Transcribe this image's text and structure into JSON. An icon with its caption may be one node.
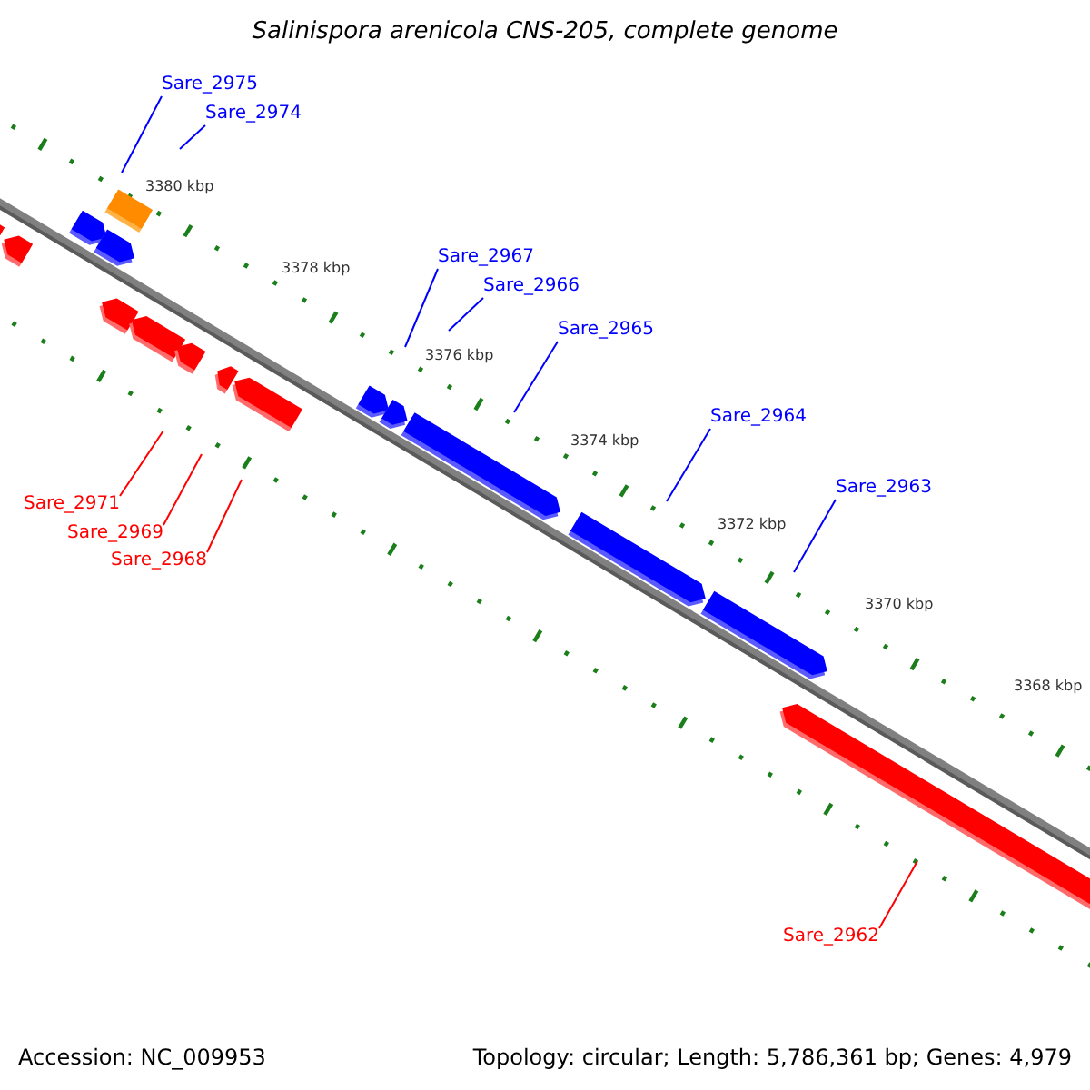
{
  "diagram": {
    "title": "Salinispora arenicola CNS-205, complete genome",
    "nodes": [
      {
        "text": [
          "Sare_2975"
        ]
      },
      {
        "text": [
          "Sare_2974"
        ]
      },
      {
        "text": [
          "Sare_2967"
        ]
      },
      {
        "text": [
          "Sare_2966"
        ]
      },
      {
        "text": [
          "Sare_2965"
        ]
      },
      {
        "text": [
          "Sare_2964"
        ]
      },
      {
        "text": [
          "Sare_2963"
        ]
      },
      {
        "text": [
          "Sare_2971"
        ]
      },
      {
        "text": [
          "Sare_2969"
        ]
      },
      {
        "text": [
          "Sare_2968"
        ]
      },
      {
        "text": [
          "Sare_2962"
        ]
      }
    ],
    "edges": [
      {
        "from": 0,
        "to": null,
        "arrow": "none"
      },
      {
        "from": 1,
        "to": null,
        "arrow": "none"
      },
      {
        "from": 2,
        "to": null,
        "arrow": "none"
      },
      {
        "from": 3,
        "to": null,
        "arrow": "none"
      },
      {
        "from": 4,
        "to": null,
        "arrow": "none"
      },
      {
        "from": 5,
        "to": null,
        "arrow": "none"
      },
      {
        "from": 6,
        "to": null,
        "arrow": "none"
      },
      {
        "from": 7,
        "to": null,
        "arrow": "none",
        "color": "#ff0000"
      },
      {
        "from": 8,
        "to": null,
        "arrow": "none",
        "color": "#ff0000"
      },
      {
        "from": 9,
        "to": null,
        "arrow": "none",
        "color": "#ff0000"
      },
      {
        "from": 10,
        "to": null,
        "arrow": "none",
        "color": "#ff0000"
      }
    ],
    "labels": [
      "3380 kbp",
      "3378 kbp",
      "3376 kbp",
      "3374 kbp",
      "3372 kbp",
      "3370 kbp",
      "3368 kbp",
      "Accession: NC_009953",
      "Topology: circular; Length: 5,786,361 bp; Genes: 4,979"
    ]
  }
}
